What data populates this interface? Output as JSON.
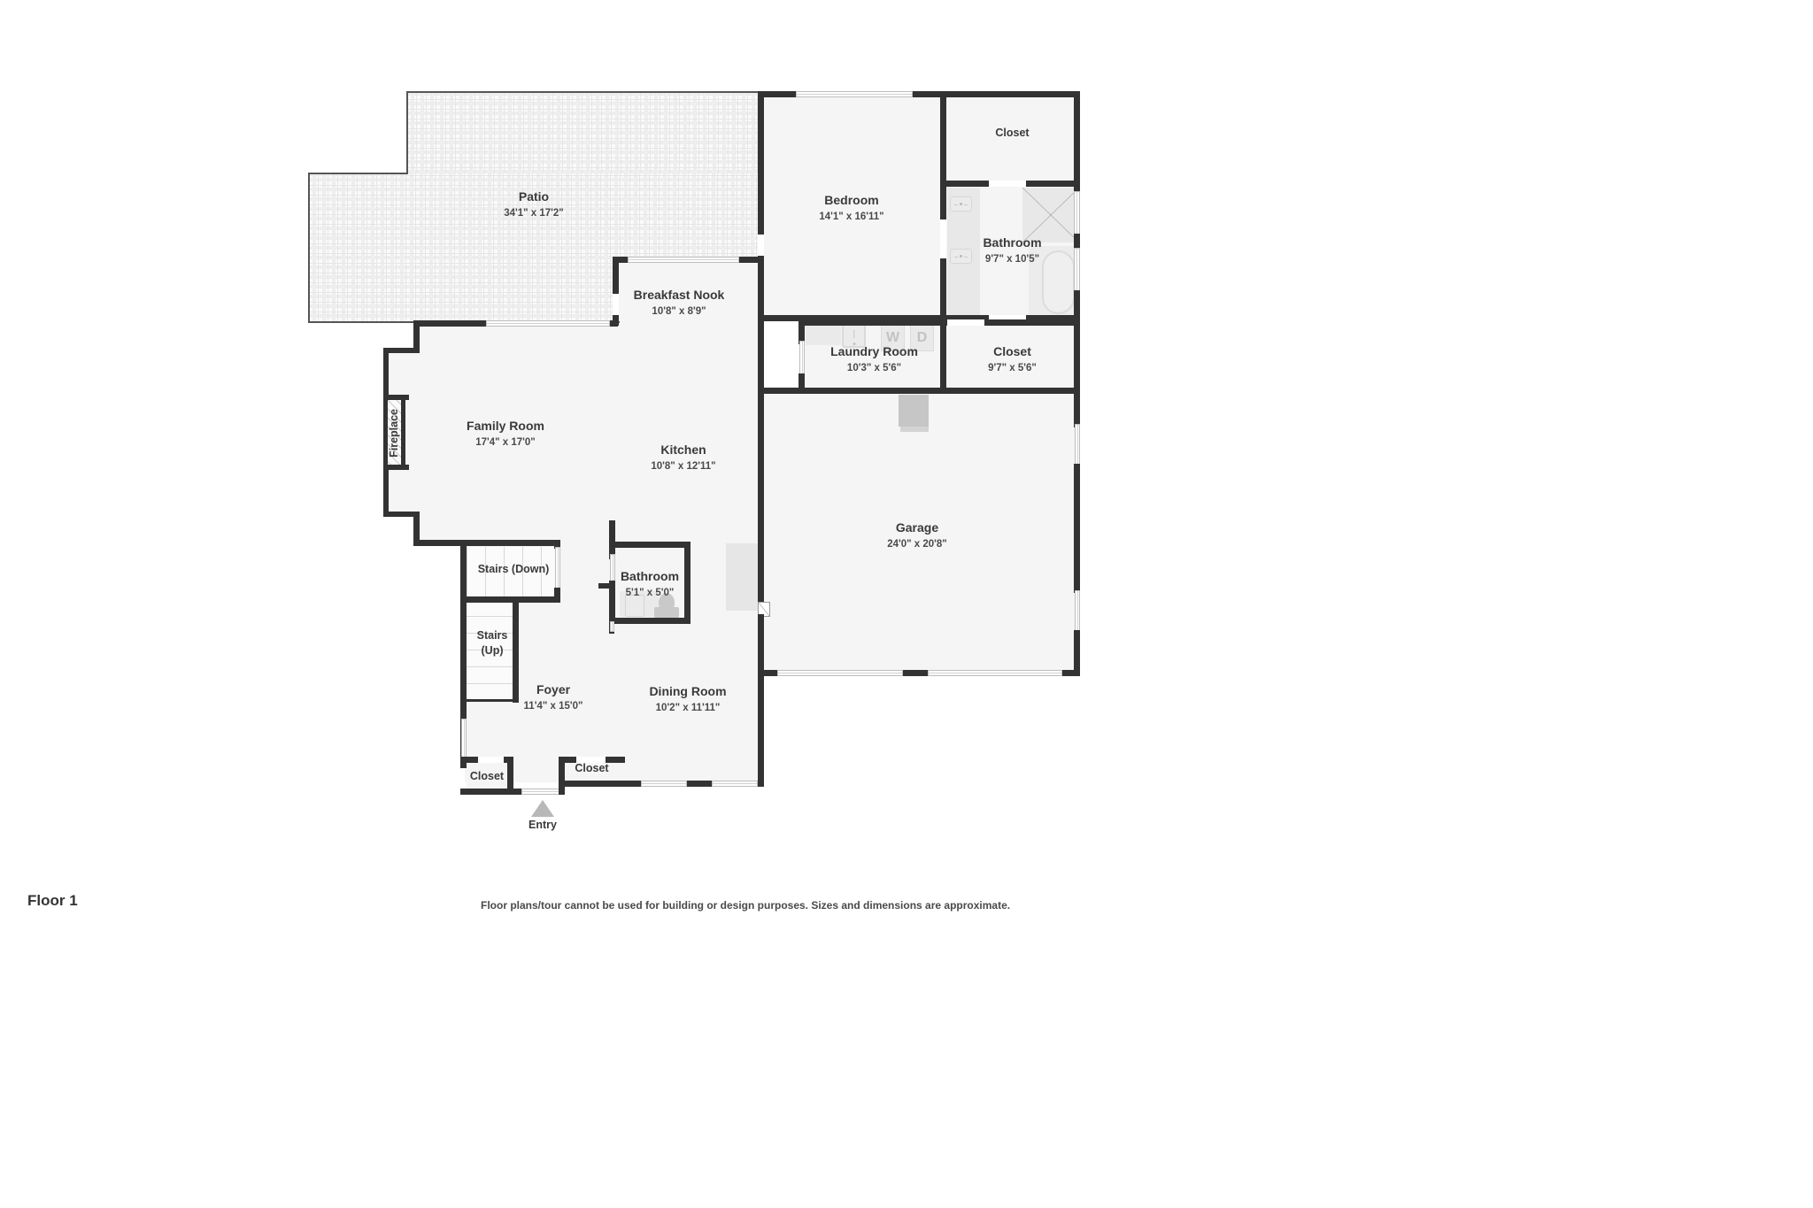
{
  "document": {
    "floor_label": "Floor 1",
    "disclaimer": "Floor plans/tour cannot be used for building or design purposes. Sizes and dimensions are approximate."
  },
  "rooms": [
    {
      "key": "patio",
      "name": "Patio",
      "dimensions": "34'1\" x 17'2\""
    },
    {
      "key": "bedroom",
      "name": "Bedroom",
      "dimensions": "14'1\" x 16'11\""
    },
    {
      "key": "closet_top",
      "name": "Closet",
      "dimensions": ""
    },
    {
      "key": "bathroom_main",
      "name": "Bathroom",
      "dimensions": "9'7\" x 10'5\""
    },
    {
      "key": "breakfast_nook",
      "name": "Breakfast Nook",
      "dimensions": "10'8\" x 8'9\""
    },
    {
      "key": "laundry",
      "name": "Laundry Room",
      "dimensions": "10'3\" x 5'6\""
    },
    {
      "key": "closet_mid",
      "name": "Closet",
      "dimensions": "9'7\" x 5'6\""
    },
    {
      "key": "family_room",
      "name": "Family Room",
      "dimensions": "17'4\" x 17'0\""
    },
    {
      "key": "kitchen",
      "name": "Kitchen",
      "dimensions": "10'8\" x 12'11\""
    },
    {
      "key": "garage",
      "name": "Garage",
      "dimensions": "24'0\" x 20'8\""
    },
    {
      "key": "stairs_down",
      "name": "Stairs (Down)",
      "dimensions": ""
    },
    {
      "key": "stairs_up1",
      "name": "Stairs",
      "dimensions": ""
    },
    {
      "key": "stairs_up2",
      "name": "(Up)",
      "dimensions": ""
    },
    {
      "key": "bathroom_half",
      "name": "Bathroom",
      "dimensions": "5'1\" x 5'0\""
    },
    {
      "key": "foyer",
      "name": "Foyer",
      "dimensions": "11'4\" x 15'0\""
    },
    {
      "key": "dining",
      "name": "Dining Room",
      "dimensions": "10'2\" x 11'11\""
    },
    {
      "key": "closet_foyer",
      "name": "Closet",
      "dimensions": ""
    },
    {
      "key": "closet_dining",
      "name": "Closet",
      "dimensions": ""
    },
    {
      "key": "fireplace",
      "name": "Fireplace",
      "dimensions": ""
    },
    {
      "key": "entry",
      "name": "Entry",
      "dimensions": ""
    }
  ],
  "fixtures": {
    "washer_label": "W",
    "dryer_label": "D"
  },
  "colors": {
    "wall": "#333333",
    "room_fill": "#f5f5f5",
    "fixture": "#e3e3e3",
    "text": "#3a3a3a",
    "background": "#ffffff"
  }
}
